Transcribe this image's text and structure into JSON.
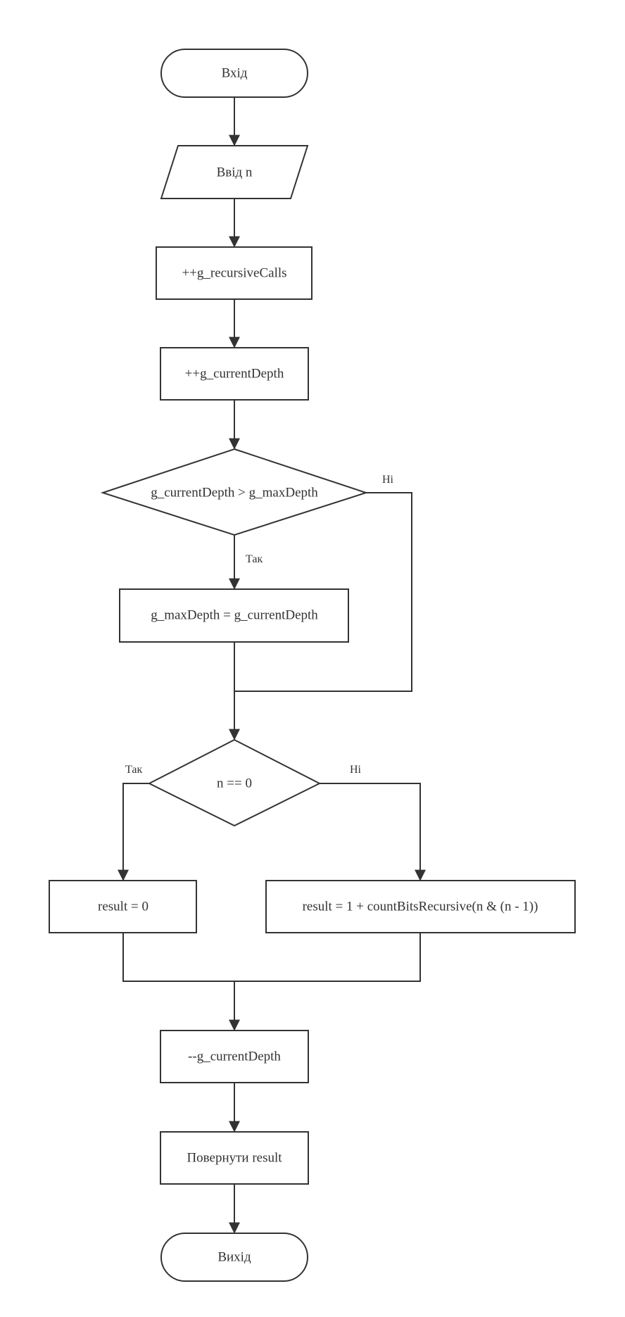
{
  "flowchart": {
    "nodes": {
      "start": "Вхід",
      "input_n": "Ввід n",
      "inc_calls": "++g_recursiveCalls",
      "inc_depth": "++g_currentDepth",
      "check_depth": "g_currentDepth > g_maxDepth",
      "set_max": "g_maxDepth = g_currentDepth",
      "check_zero": "n == 0",
      "result_zero": "result = 0",
      "result_recursive": "result = 1 + countBitsRecursive(n & (n - 1))",
      "dec_depth": "--g_currentDepth",
      "return_result": "Повернути result",
      "end": "Вихід"
    },
    "edge_labels": {
      "depth_yes": "Так",
      "depth_no": "Ні",
      "zero_yes": "Так",
      "zero_no": "Ні"
    }
  },
  "colors": {
    "stroke": "#333333",
    "fill": "#ffffff",
    "background": "#ffffff"
  }
}
